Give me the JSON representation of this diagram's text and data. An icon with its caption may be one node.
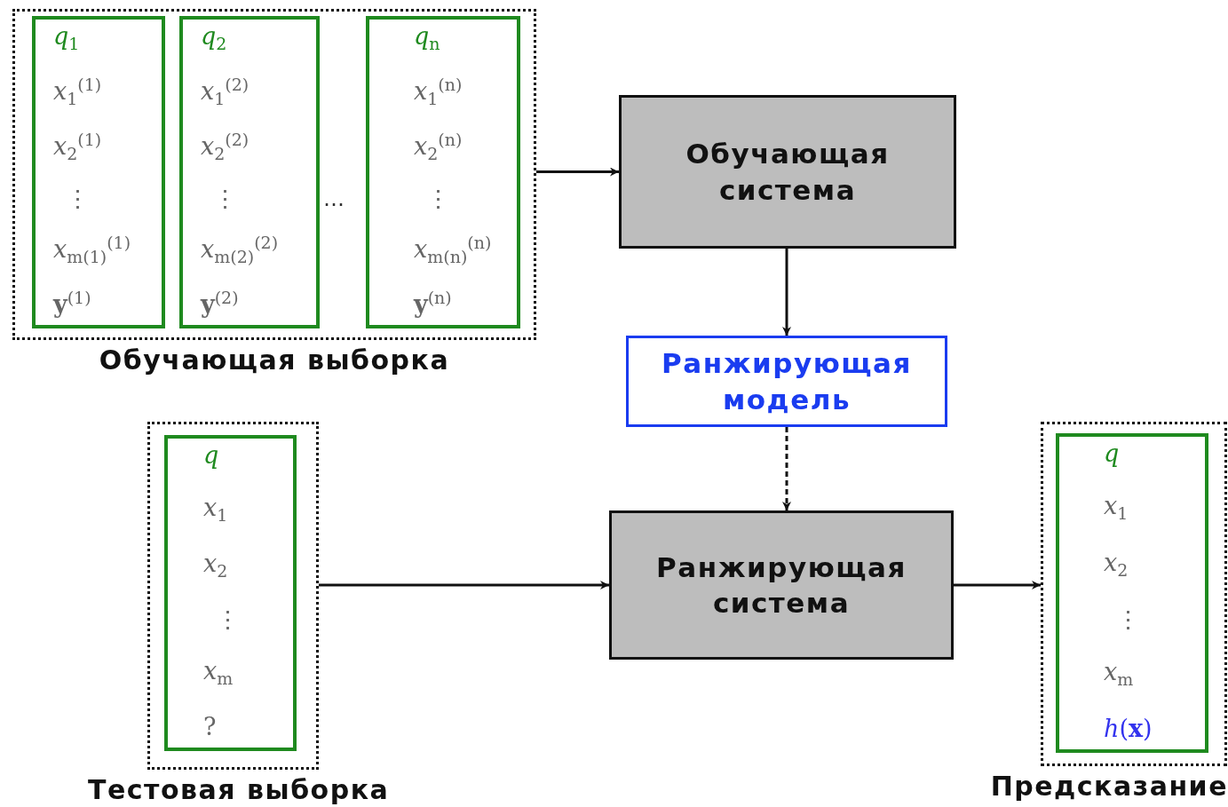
{
  "diagram": {
    "nodes": [
      {
        "text": [
          "Обучающая выборка"
        ]
      },
      {
        "text": [
          "*q*$_{1}$",
          "*x*$_{1}$$^{(1)}$",
          "*x*$_{2}$$^{(1)}$",
          "⋮",
          "*x*$_{m(1)}$$^{(1)}$",
          "**y**$^{(1)}$"
        ],
        "in": 0
      },
      {
        "text": [
          "*q*$_{2}$",
          "*x*$_{1}$$^{(2)}$",
          "*x*$_{2}$$^{(2)}$",
          "⋮",
          "*x*$_{m(2)}$$^{(2)}$",
          "**y**$^{(2)}$"
        ],
        "in": 0
      },
      {
        "text": [
          "*q*$_{n}$",
          "*x*$_{1}$$^{(n)}$",
          "*x*$_{2}$$^{(n)}$",
          "⋮",
          "*x*$_{m(n)}$$^{(n)}$",
          "**y**$^{(n)}$"
        ],
        "in": 0
      },
      {
        "text": [
          "Обучающая система"
        ]
      },
      {
        "text": [
          "Ранжирующая модель"
        ]
      },
      {
        "text": [
          "Тестовая выборка"
        ]
      },
      {
        "text": [
          "*q*",
          "*x*$_{1}$",
          "*x*$_{2}$",
          "⋮",
          "*x*$_{m}$",
          "?"
        ],
        "in": 6
      },
      {
        "text": [
          "Ранжирующая система"
        ]
      },
      {
        "text": [
          "Предсказание"
        ]
      },
      {
        "text": [
          "*q*",
          "*x*$_{1}$",
          "*x*$_{2}$",
          "⋮",
          "*x*$_{m}$",
          "*h*(**x**)"
        ],
        "in": 9
      }
    ],
    "edges": [
      {
        "from": 0,
        "to": 4,
        "arrow": "to"
      },
      {
        "from": 4,
        "to": 5,
        "arrow": "to"
      },
      {
        "from": 5,
        "to": 8,
        "arrow": "to",
        "style": "dashed"
      },
      {
        "from": 6,
        "to": 8,
        "arrow": "to"
      },
      {
        "from": 8,
        "to": 9,
        "arrow": "to"
      }
    ],
    "labels": [
      "…"
    ]
  }
}
